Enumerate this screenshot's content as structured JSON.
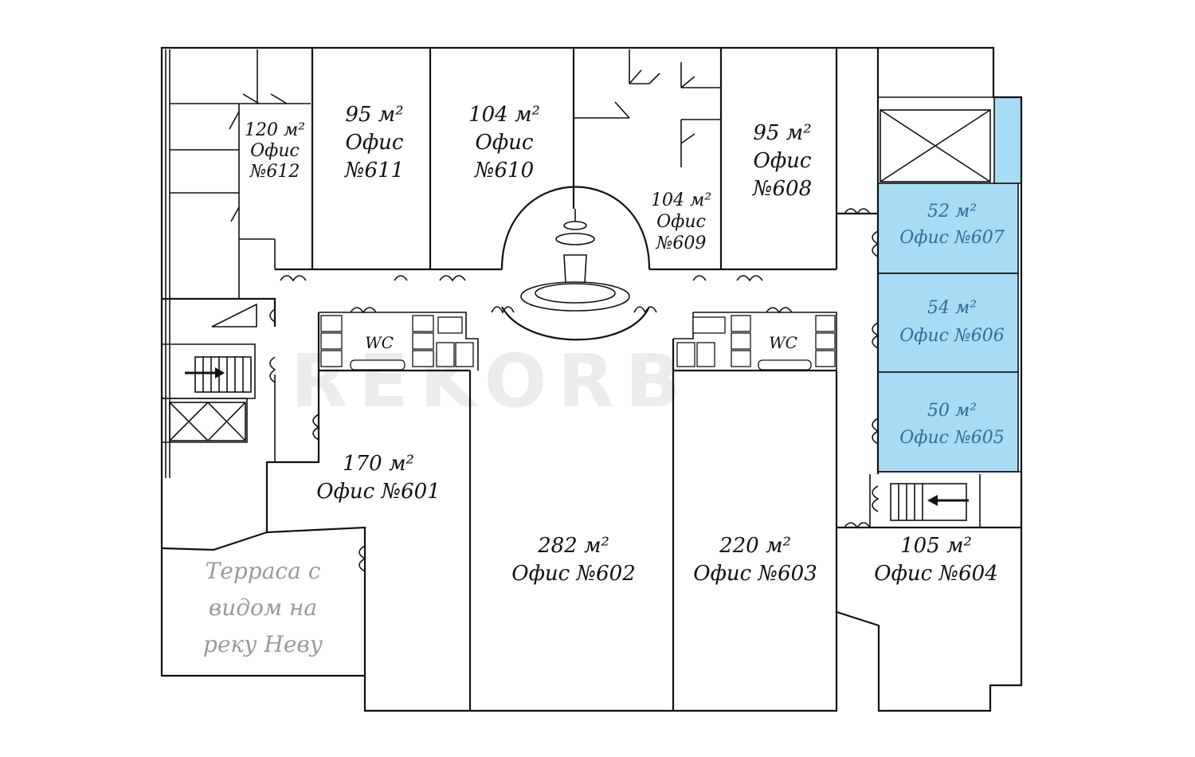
{
  "watermark": "REKORB",
  "wc_label": "WC",
  "offices": [
    {
      "id": "612",
      "area": "120 м²",
      "name": "Офис",
      "number": "№612"
    },
    {
      "id": "611",
      "area": "95 м²",
      "name": "Офис",
      "number": "№611"
    },
    {
      "id": "610",
      "area": "104 м²",
      "name": "Офис",
      "number": "№610"
    },
    {
      "id": "609",
      "area": "104 м²",
      "name": "Офис",
      "number": "№609"
    },
    {
      "id": "608",
      "area": "95 м²",
      "name": "Офис",
      "number": "№608"
    },
    {
      "id": "607",
      "area": "52 м²",
      "name": "Офис №607",
      "highlighted": true
    },
    {
      "id": "606",
      "area": "54 м²",
      "name": "Офис №606",
      "highlighted": true
    },
    {
      "id": "605",
      "area": "50 м²",
      "name": "Офис №605",
      "highlighted": true
    },
    {
      "id": "601",
      "area": "170 м²",
      "name": "Офис №601"
    },
    {
      "id": "602",
      "area": "282 м²",
      "name": "Офис №602"
    },
    {
      "id": "603",
      "area": "220 м²",
      "name": "Офис №603"
    },
    {
      "id": "604",
      "area": "105 м²",
      "name": "Офис №604"
    }
  ],
  "terrace": {
    "line1": "Терраса с",
    "line2": "видом на",
    "line3": "реку Неву"
  },
  "colors": {
    "highlight": "#a8dcf4",
    "highlight_text": "#2c6e97",
    "terrace_text": "#9a9a9a"
  }
}
